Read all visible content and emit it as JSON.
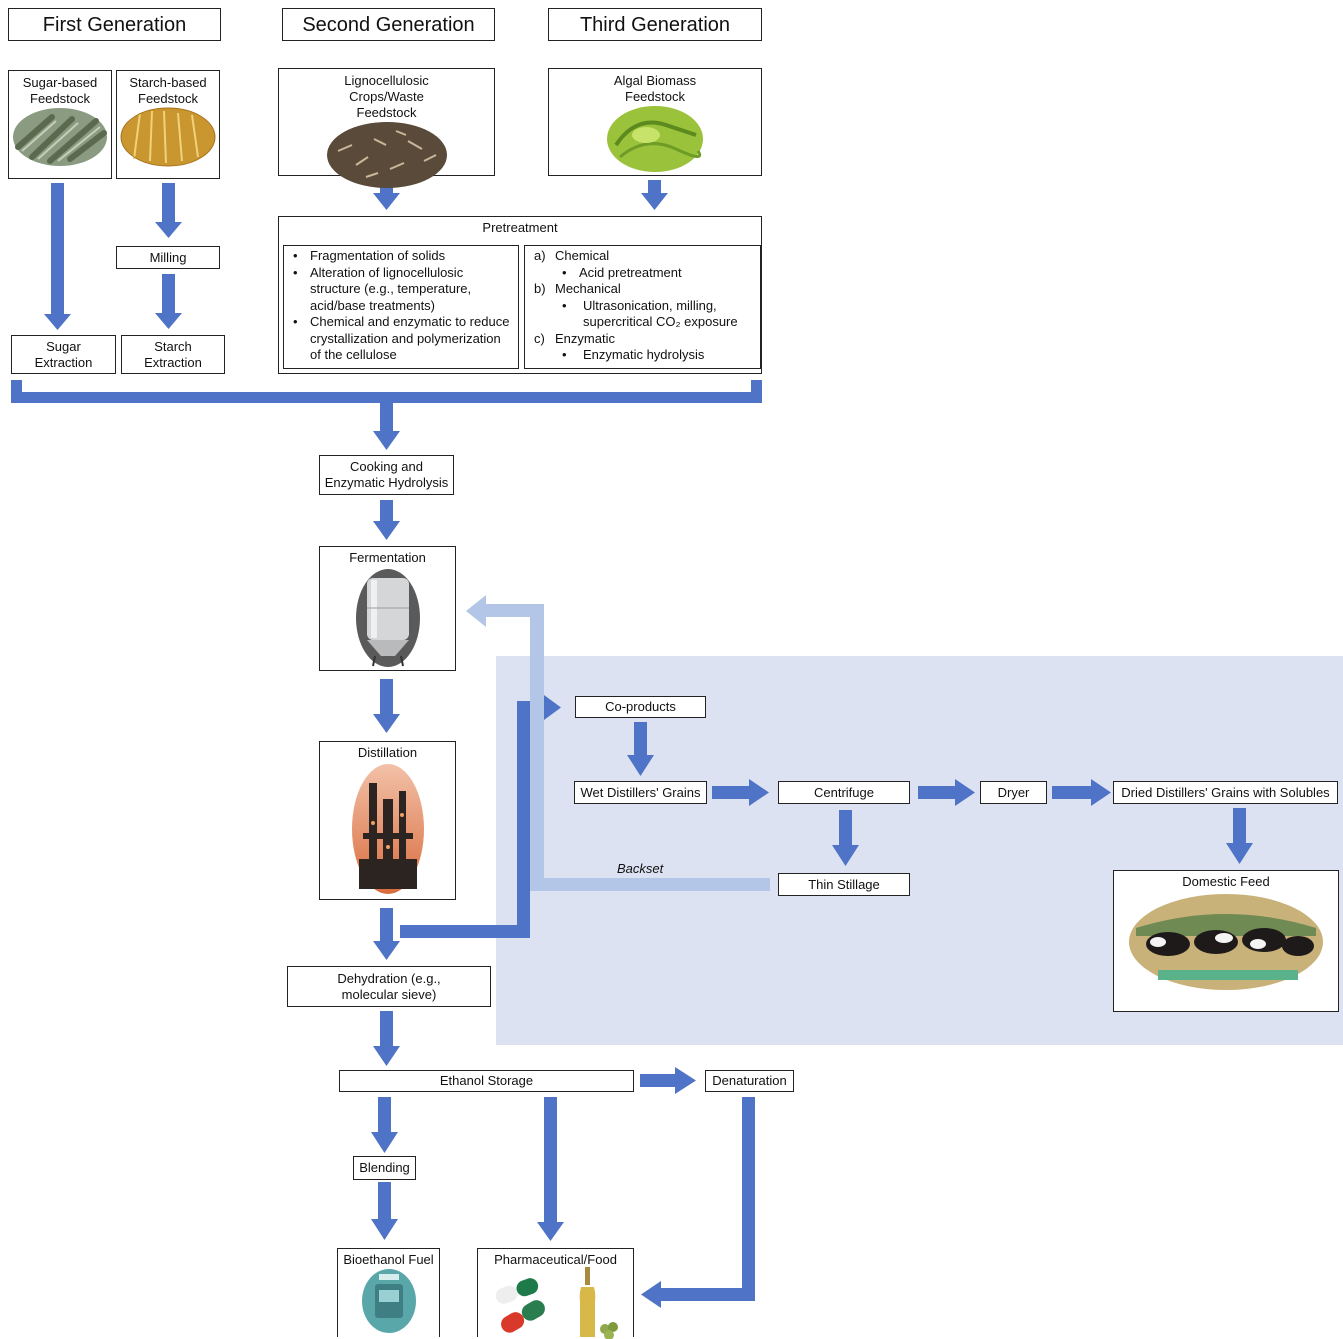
{
  "generations": {
    "first": "First Generation",
    "second": "Second Generation",
    "third": "Third Generation"
  },
  "feedstocks": {
    "sugar": "Sugar-based Feedstock",
    "starch": "Starch-based Feedstock",
    "ligno": "Lignocellulosic Crops/Waste Feedstock",
    "algal": "Algal Biomass Feedstock"
  },
  "first_gen": {
    "milling": "Milling",
    "sugar_extraction": "Sugar Extraction",
    "starch_extraction": "Starch Extraction"
  },
  "pretreatment": {
    "title": "Pretreatment",
    "left_bullets": [
      "Fragmentation of solids",
      "Alteration of lignocellulosic structure (e.g., temperature, acid/base treatments)",
      "Chemical and enzymatic to reduce crystallization and polymerization of the cellulose"
    ],
    "right": {
      "a_key": "a)",
      "a_label": "Chemical",
      "a_item": "Acid pretreatment",
      "b_key": "b)",
      "b_label": "Mechanical",
      "b_item": "Ultrasonication, milling, supercritical CO₂ exposure",
      "c_key": "c)",
      "c_label": "Enzymatic",
      "c_item": "Enzymatic hydrolysis"
    }
  },
  "process": {
    "cooking": "Cooking and Enzymatic Hydrolysis",
    "fermentation": "Fermentation",
    "distillation": "Distillation",
    "dehydration": "Dehydration (e.g., molecular sieve)",
    "ethanol_storage": "Ethanol Storage",
    "denaturation": "Denaturation",
    "blending": "Blending",
    "bioethanol": "Bioethanol Fuel",
    "pharma": "Pharmaceutical/Food"
  },
  "coproducts": {
    "coproducts": "Co-products",
    "wdg": "Wet Distillers' Grains",
    "centrifuge": "Centrifuge",
    "dryer": "Dryer",
    "ddgs": "Dried Distillers' Grains with Solubles",
    "thin_stillage": "Thin Stillage",
    "domestic_feed": "Domestic Feed",
    "backset": "Backset"
  },
  "colors": {
    "arrow": "#4f73c6",
    "arrow_light": "#b4c6e7",
    "shade": "#dde2f3"
  }
}
